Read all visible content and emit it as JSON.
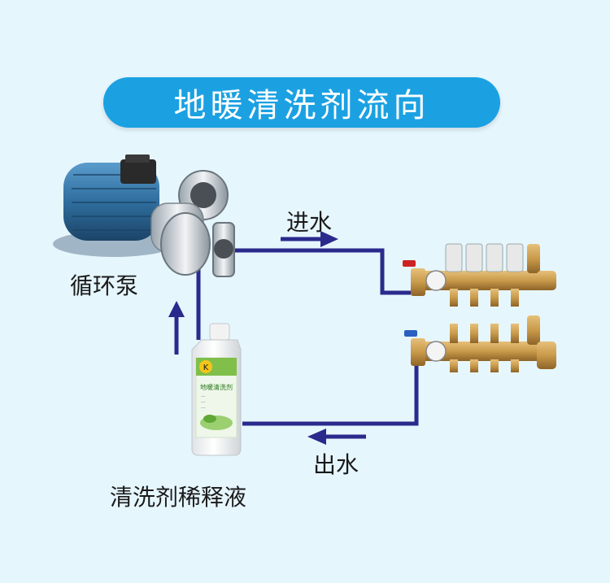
{
  "title": "地暖清洗剂流向",
  "labels": {
    "pump": "循环泵",
    "water_in": "进水",
    "water_out": "出水",
    "cleaner": "清洗剂稀释液"
  },
  "bottle": {
    "brand_mark": "K",
    "line1": "地暖清洗剂",
    "small_lines": [
      "···",
      "···",
      "···"
    ]
  },
  "colors": {
    "background": "#e6f6fd",
    "title_pill": "#1ba1e2",
    "flow_line": "#2a2a8c",
    "pump_motor": "#2f6e9e",
    "brass": "#c99a4a"
  }
}
